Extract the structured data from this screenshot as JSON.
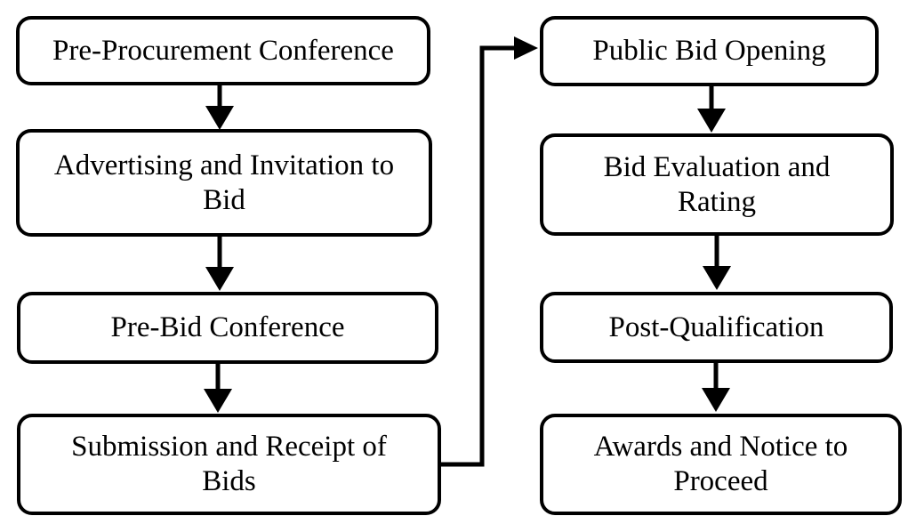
{
  "diagram_type": "flowchart",
  "colors": {
    "background": "#ffffff",
    "node_fill": "#ffffff",
    "node_border": "#000000",
    "text": "#000000",
    "arrow": "#000000"
  },
  "nodes": [
    {
      "id": "pre-procurement-conference",
      "lines": [
        "Pre-Procurement Conference"
      ]
    },
    {
      "id": "advertising-and-invitation-to-bid",
      "lines": [
        "Advertising and Invitation to",
        "Bid"
      ]
    },
    {
      "id": "pre-bid-conference",
      "lines": [
        "Pre-Bid Conference"
      ]
    },
    {
      "id": "submission-and-receipt-of-bids",
      "lines": [
        "Submission and Receipt of",
        "Bids"
      ]
    },
    {
      "id": "public-bid-opening",
      "lines": [
        "Public Bid Opening"
      ]
    },
    {
      "id": "bid-evaluation-and-rating",
      "lines": [
        "Bid Evaluation and",
        "Rating"
      ]
    },
    {
      "id": "post-qualification",
      "lines": [
        "Post-Qualification"
      ]
    },
    {
      "id": "awards-and-notice-to-proceed",
      "lines": [
        "Awards and Notice to",
        "Proceed"
      ]
    }
  ],
  "edges": [
    {
      "from": "pre-procurement-conference",
      "to": "advertising-and-invitation-to-bid"
    },
    {
      "from": "advertising-and-invitation-to-bid",
      "to": "pre-bid-conference"
    },
    {
      "from": "pre-bid-conference",
      "to": "submission-and-receipt-of-bids"
    },
    {
      "from": "submission-and-receipt-of-bids",
      "to": "public-bid-opening"
    },
    {
      "from": "public-bid-opening",
      "to": "bid-evaluation-and-rating"
    },
    {
      "from": "bid-evaluation-and-rating",
      "to": "post-qualification"
    },
    {
      "from": "post-qualification",
      "to": "awards-and-notice-to-proceed"
    }
  ]
}
